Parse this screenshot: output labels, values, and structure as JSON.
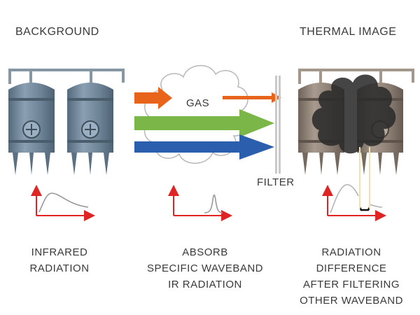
{
  "headers": {
    "background": "BACKGROUND",
    "thermal_image": "THERMAL IMAGE"
  },
  "labels": {
    "gas": "GAS",
    "filter": "FILTER"
  },
  "captions": {
    "left": [
      "INFRARED",
      "RADIATION"
    ],
    "middle": [
      "ABSORB",
      "SPECIFIC WAVEBAND",
      "IR RADIATION"
    ],
    "right": [
      "RADIATION",
      "DIFFERENCE",
      "AFTER FILTERING",
      "OTHER WAVEBAND"
    ]
  },
  "colors": {
    "tank_left": "#6d8396",
    "tank_right": "#8a7d72",
    "gas_cloud_dark": "#2b2b2b",
    "arrow_orange": "#e8641b",
    "arrow_green": "#7ab648",
    "arrow_blue": "#2b5fae",
    "axis_red": "#e02424",
    "curve_gray": "#999999"
  },
  "icons": [
    "tank-icon",
    "gas-cloud-icon",
    "arrow-icon",
    "filter-icon",
    "axis-icon"
  ]
}
